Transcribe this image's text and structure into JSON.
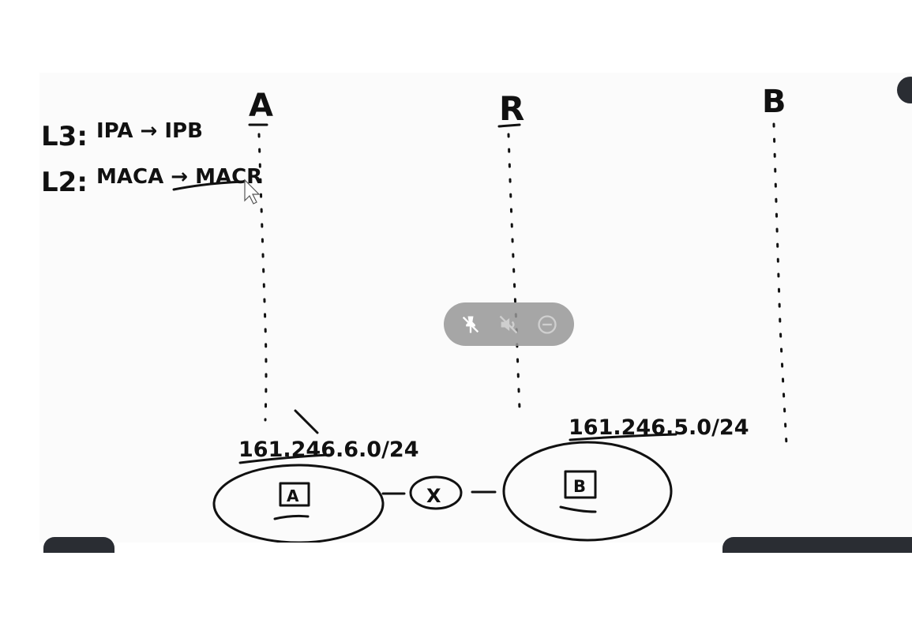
{
  "diagram": {
    "columns": [
      "A",
      "R",
      "B"
    ],
    "layer3_label": "L3:",
    "layer3_value": "IPA → IPB",
    "layer2_label": "L2:",
    "layer2_value": "MACA → MACR",
    "network_a_address": "161.246.6.0/24",
    "network_b_address": "161.246.5.0/24",
    "host_a": "A",
    "host_b": "B",
    "router_symbol": "X"
  },
  "toolbar": {
    "buttons": [
      {
        "icon": "pin-off-icon"
      },
      {
        "icon": "mute-icon"
      },
      {
        "icon": "minus-circle-icon"
      }
    ],
    "color": "#969696"
  }
}
